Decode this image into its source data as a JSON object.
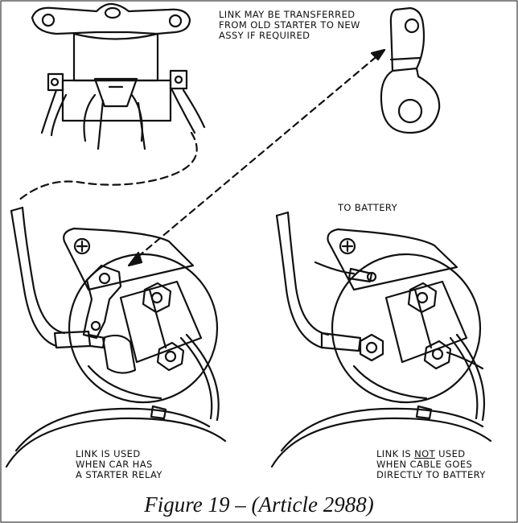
{
  "figure_caption": "Figure 19 – (Article 2988)",
  "labels": {
    "link_transfer": [
      "LINK MAY BE TRANSFERRED",
      "FROM OLD STARTER TO NEW",
      "ASSY IF REQUIRED"
    ],
    "to_battery": "TO BATTERY",
    "link_used": [
      "LINK IS USED",
      "WHEN CAR HAS",
      "A STARTER RELAY"
    ],
    "link_not_used": {
      "prefix": "LINK IS ",
      "emphasis": "NOT",
      "suffix": " USED",
      "line2": "WHEN CABLE GOES",
      "line3": "DIRECTLY TO BATTERY"
    }
  }
}
